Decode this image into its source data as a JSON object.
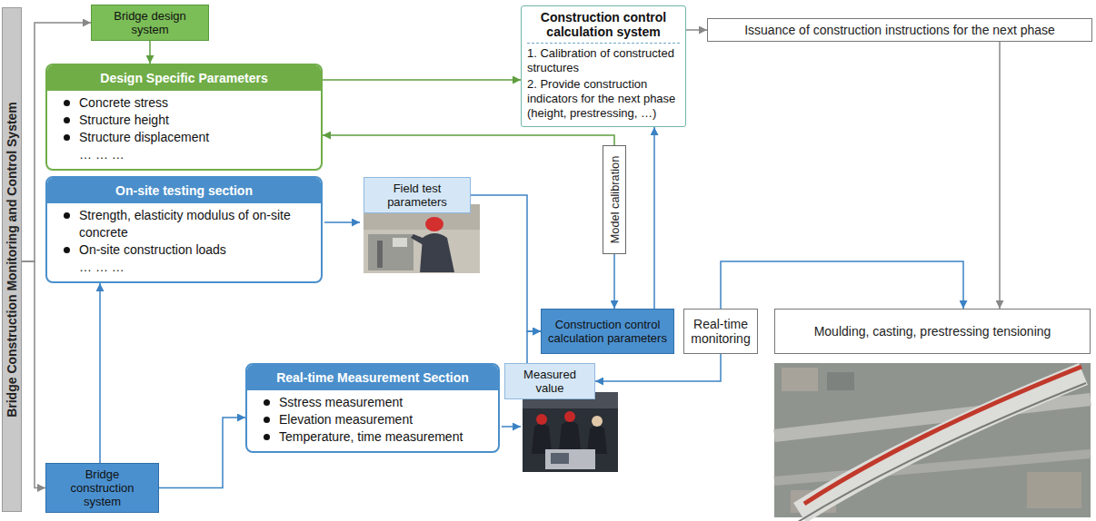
{
  "diagram": {
    "nodes": [
      {
        "text": [
          "Bridge Construction Monitoring and Control System"
        ]
      },
      {
        "text": [
          "Bridge design system"
        ]
      },
      {
        "text": [
          "Design Specific Parameters",
          "Concrete stress",
          "Structure height",
          "Structure displacement",
          "… … …"
        ]
      },
      {
        "text": [
          "Construction control calculation system",
          "1. Calibration of constructed structures",
          "2. Provide construction indicators for the next phase (height, prestressing, …)"
        ]
      },
      {
        "text": [
          "Issuance of construction instructions for the next phase"
        ]
      },
      {
        "text": [
          "On-site testing section",
          "Strength, elasticity modulus of on-site concrete",
          "On-site construction loads",
          "… … …"
        ]
      },
      {
        "text": [
          "Field test parameters"
        ]
      },
      {
        "text": [
          "Model calibration"
        ]
      },
      {
        "text": [
          "Construction control calculation parameters"
        ]
      },
      {
        "text": [
          "Real-time monitoring"
        ]
      },
      {
        "text": [
          "Moulding, casting, prestressing tensioning"
        ]
      },
      {
        "text": [
          "Real-time Measurement Section",
          "Sstress measurement",
          "Elevation measurement",
          "Temperature, time measurement"
        ]
      },
      {
        "text": [
          "Measured value"
        ]
      },
      {
        "text": [
          "Bridge construction system"
        ]
      }
    ],
    "edges": [
      {
        "from": 0,
        "to": 1,
        "arrow": "to"
      },
      {
        "from": 0,
        "to": 13,
        "arrow": "to"
      },
      {
        "from": 1,
        "to": 2,
        "arrow": "to"
      },
      {
        "from": 2,
        "to": 3,
        "arrow": "to"
      },
      {
        "from": 7,
        "to": 2,
        "arrow": "to"
      },
      {
        "from": 7,
        "to": 8,
        "arrow": "to"
      },
      {
        "from": 6,
        "to": 8,
        "arrow": "to"
      },
      {
        "from": 12,
        "to": 8,
        "arrow": "to"
      },
      {
        "from": 8,
        "to": 3,
        "arrow": "to"
      },
      {
        "from": 3,
        "to": 4,
        "arrow": "to"
      },
      {
        "from": 4,
        "to": 10,
        "arrow": "to"
      },
      {
        "from": 9,
        "to": 10,
        "arrow": "to"
      },
      {
        "from": 9,
        "to": 12,
        "arrow": "to"
      },
      {
        "from": 13,
        "to": 5,
        "arrow": "to"
      },
      {
        "from": 13,
        "to": 11,
        "arrow": "to"
      }
    ]
  }
}
